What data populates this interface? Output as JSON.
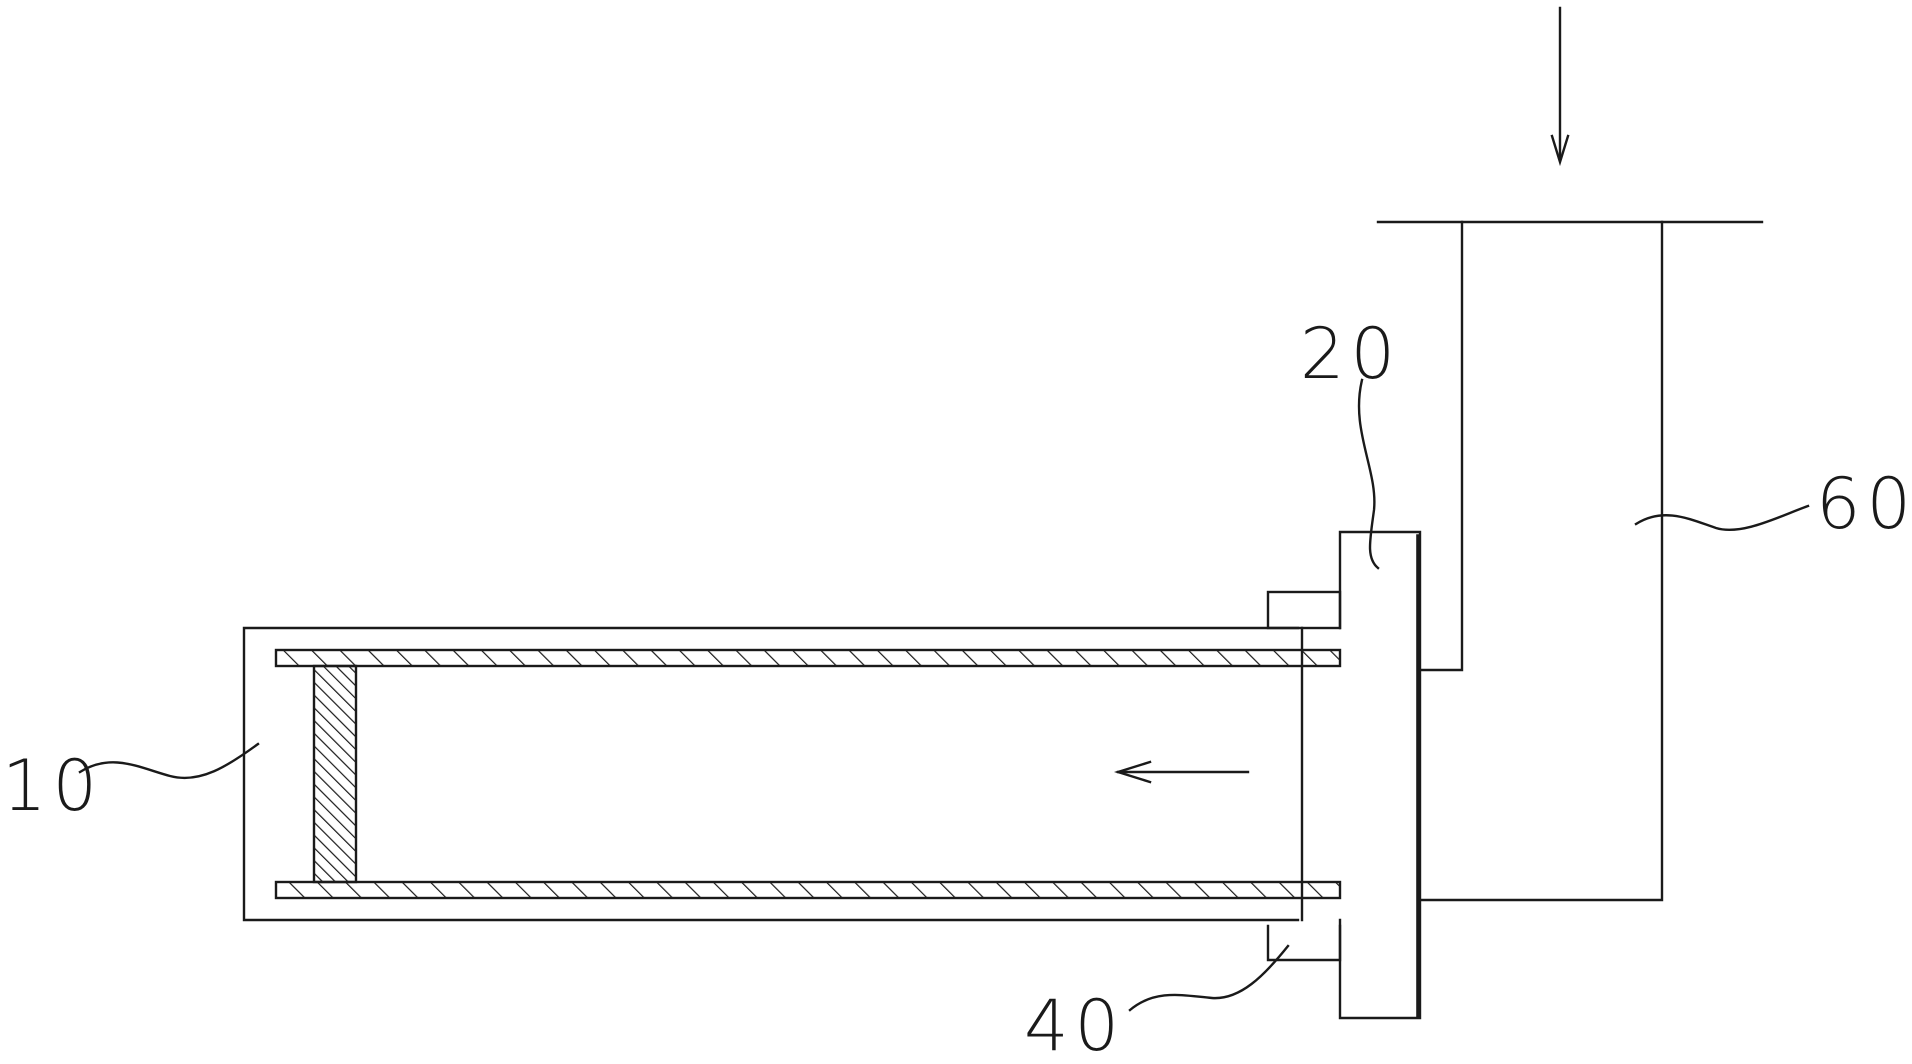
{
  "figure": {
    "labels": {
      "cylinder_body": "10",
      "end_plate": "20",
      "lower_block": "40",
      "frame": "60"
    },
    "colors": {
      "stroke": "#1a1a1a",
      "background": "#ffffff"
    }
  }
}
